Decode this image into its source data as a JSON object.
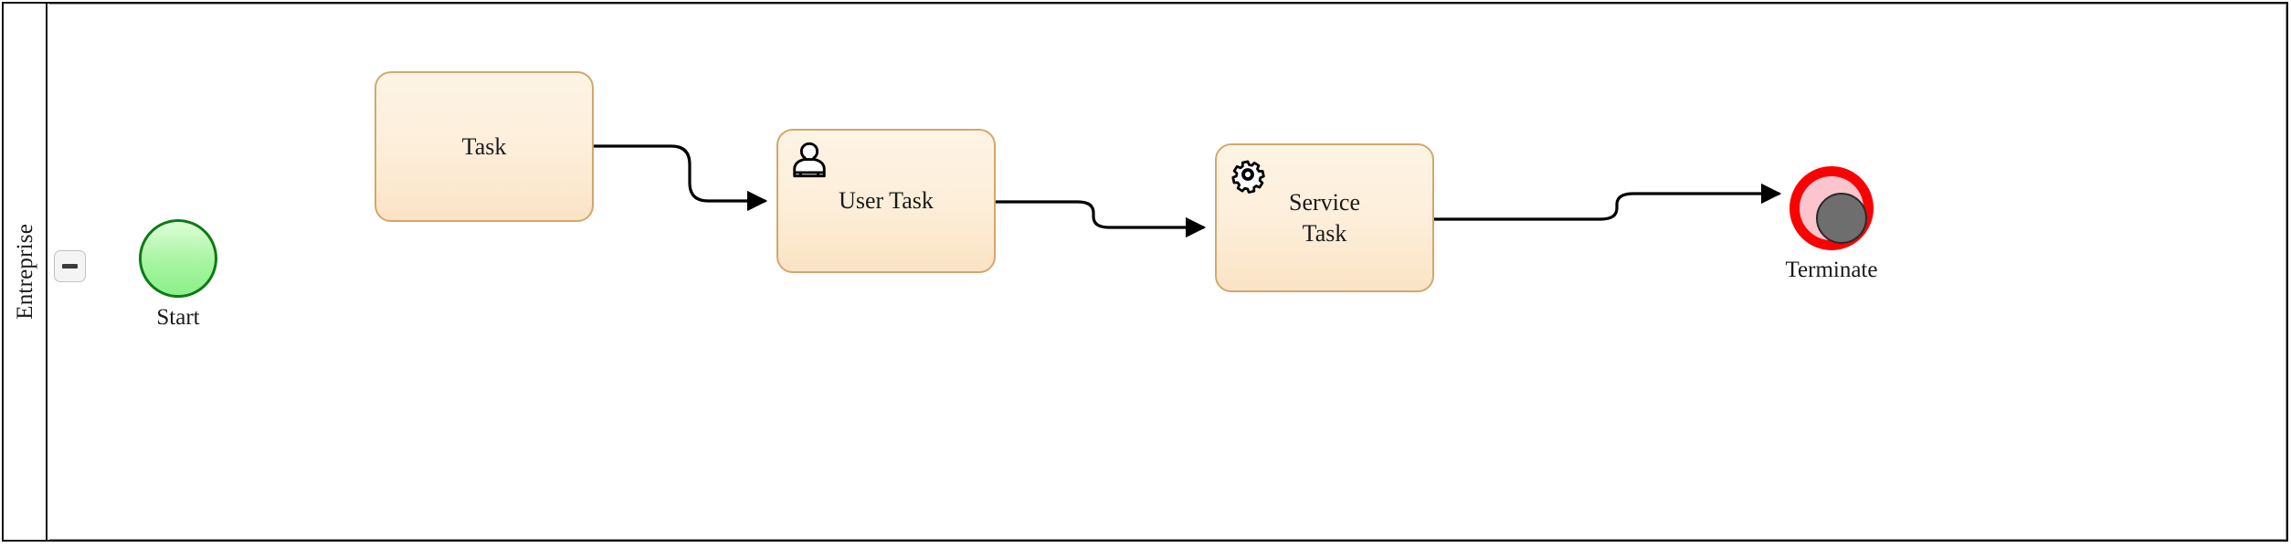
{
  "diagram": {
    "type": "bpmn-process",
    "pool": {
      "name": "Entreprise",
      "collapse_button": {
        "icon": "minus-icon",
        "state": "expanded"
      }
    },
    "nodes": [
      {
        "id": "start",
        "type": "start-event",
        "label": "Start",
        "fill": "#a6f5a0",
        "stroke": "#0d7a16"
      },
      {
        "id": "task",
        "type": "task",
        "label": "Task",
        "icon": null,
        "fill": "#fdeed9",
        "stroke": "#d3a76c"
      },
      {
        "id": "user-task",
        "type": "user-task",
        "label": "User Task",
        "icon": "user-icon",
        "fill": "#fdeed9",
        "stroke": "#d3a76c"
      },
      {
        "id": "service-task",
        "type": "service-task",
        "label": "Service\nTask",
        "icon": "gear-icon",
        "fill": "#fdeed9",
        "stroke": "#d3a76c"
      },
      {
        "id": "terminate",
        "type": "terminate-end-event",
        "label": "Terminate",
        "fill": "#fcc5ce",
        "stroke": "#fa0202",
        "inner_fill": "#6e6e6e"
      }
    ],
    "flows": [
      {
        "id": "flow-1",
        "from": "task",
        "to": "user-task",
        "style": "sequence-flow"
      },
      {
        "id": "flow-2",
        "from": "user-task",
        "to": "service-task",
        "style": "sequence-flow"
      },
      {
        "id": "flow-3",
        "from": "service-task",
        "to": "terminate",
        "style": "sequence-flow"
      }
    ],
    "colors": {
      "pool_border": "#111111",
      "lane_border": "#9a9a9a",
      "flow_stroke": "#000000",
      "canvas": "#ffffff"
    }
  }
}
